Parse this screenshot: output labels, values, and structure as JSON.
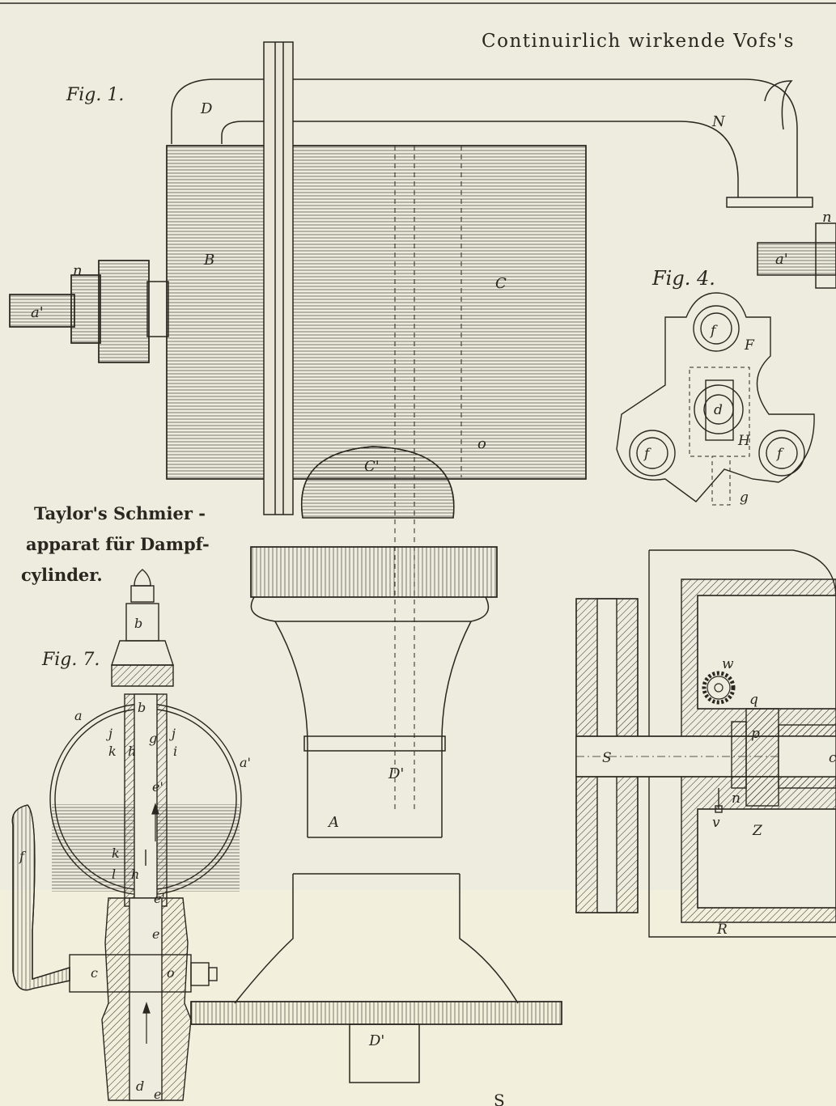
{
  "plate": {
    "title": "Continuirlich wirkende Vofs's",
    "bottom_caption": "S",
    "paper_color": "#eeecdf",
    "ink_color": "#2b2620"
  },
  "figures": {
    "fig1": {
      "caption": "Fig. 1."
    },
    "fig4": {
      "caption": "Fig. 4."
    },
    "fig7": {
      "caption": "Fig. 7.",
      "title_lines": [
        "Taylor's Schmier -",
        "apparat für Dampf-",
        "cylinder."
      ]
    }
  },
  "labels": {
    "fig1": [
      "D",
      "N",
      "B",
      "C",
      "a'",
      "n",
      "o",
      "C'",
      "D'",
      "A",
      "D'",
      "a'",
      "n"
    ],
    "fig4": [
      "f",
      "F",
      "d",
      "H",
      "f",
      "f",
      "g"
    ],
    "fig7": [
      "b",
      "a",
      "b",
      "j",
      "j",
      "g",
      "k",
      "h",
      "i",
      "a'",
      "e'",
      "k",
      "l",
      "h",
      "e'",
      "e",
      "c",
      "o",
      "d",
      "e",
      "f"
    ],
    "drive": [
      "w",
      "q",
      "p",
      "S",
      "n",
      "v",
      "Z",
      "R",
      "c"
    ]
  },
  "icons": [
    "spur-gear-icon",
    "arrow-up-icon"
  ]
}
